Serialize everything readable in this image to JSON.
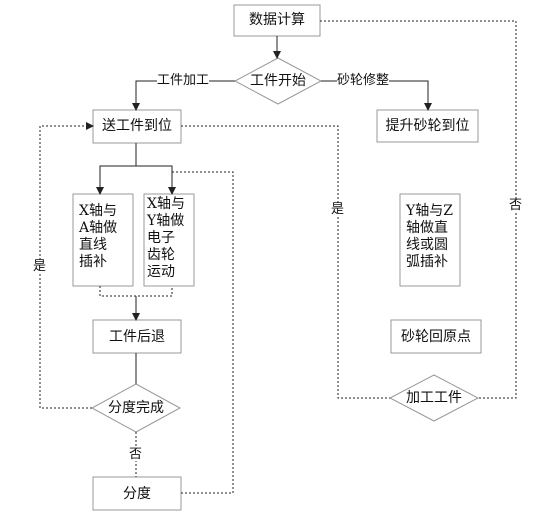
{
  "nodes": {
    "data_calc": "数据计算",
    "work_start": "工件开始",
    "send_workpiece": "送工件到位",
    "lift_wheel": "提升砂轮到位",
    "xa_interp": "X轴与\nA轴做\n直线\n插补",
    "y_gear": "X轴与\nY轴做\n电子\n齿轮\n运动",
    "yz_interp": "Y轴与Z\n轴做直\n线或圆\n弧插补",
    "work_retreat": "工件后退",
    "wheel_home": "砂轮回原点",
    "index_done": "分度完成",
    "machining": "加工工件",
    "indexing": "分度"
  },
  "edge_labels": {
    "workpiece_machining": "工件加工",
    "wheel_dressing": "砂轮修整",
    "yes_left": "是",
    "yes_mid": "是",
    "no_right": "否",
    "no_bottom": "否"
  }
}
